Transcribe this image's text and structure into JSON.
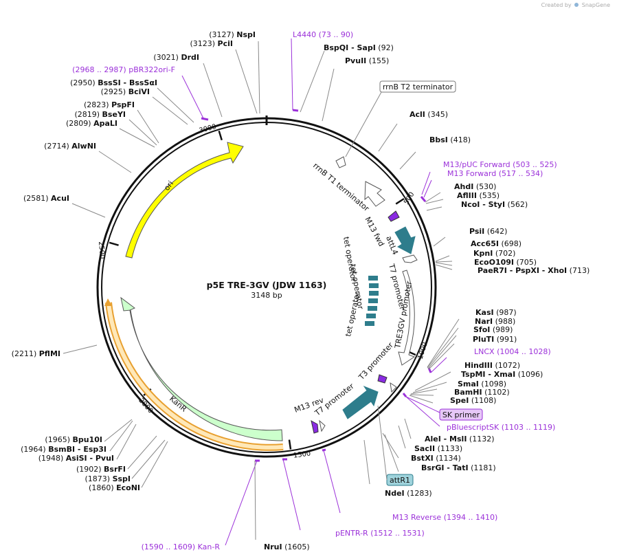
{
  "credit": "Created by",
  "brand": "SnapGene",
  "plasmid": {
    "name": "p5E TRE-3GV (JDW 1163)",
    "length": "3148 bp",
    "total": 3148
  },
  "ticks": [
    {
      "pos": 500,
      "label": "500"
    },
    {
      "pos": 1000,
      "label": "1000"
    },
    {
      "pos": 1500,
      "label": "1500"
    },
    {
      "pos": 2000,
      "label": "2000"
    },
    {
      "pos": 2500,
      "label": "2500"
    },
    {
      "pos": 3000,
      "label": "3000"
    }
  ],
  "sites": [
    {
      "name": "NspI",
      "pos": "(3127)",
      "side": "L",
      "color": "dark"
    },
    {
      "name": "PciI",
      "pos": "(3123)",
      "side": "L",
      "color": "dark"
    },
    {
      "name": "DrdI",
      "pos": "(3021)",
      "side": "L",
      "color": "dark"
    },
    {
      "name": "pBR322ori-F",
      "pos": "(2968 .. 2987)",
      "side": "L",
      "color": "purple"
    },
    {
      "name": "BssSI - BssSαI",
      "pos": "(2950)",
      "side": "L",
      "color": "dark"
    },
    {
      "name": "BciVI",
      "pos": "(2925)",
      "side": "L",
      "color": "dark"
    },
    {
      "name": "PspFI",
      "pos": "(2823)",
      "side": "L",
      "color": "dark"
    },
    {
      "name": "BseYI",
      "pos": "(2819)",
      "side": "L",
      "color": "dark"
    },
    {
      "name": "ApaLI",
      "pos": "(2809)",
      "side": "L",
      "color": "dark"
    },
    {
      "name": "AlwNI",
      "pos": "(2714)",
      "side": "L",
      "color": "dark"
    },
    {
      "name": "AcuI",
      "pos": "(2581)",
      "side": "L",
      "color": "dark"
    },
    {
      "name": "PflMI",
      "pos": "(2211)",
      "side": "L",
      "color": "dark"
    },
    {
      "name": "Bpu10I",
      "pos": "(1965)",
      "side": "L",
      "color": "dark"
    },
    {
      "name": "BsmBI - Esp3I",
      "pos": "(1964)",
      "side": "L",
      "color": "dark"
    },
    {
      "name": "AsiSI - PvuI",
      "pos": "(1948)",
      "side": "L",
      "color": "dark"
    },
    {
      "name": "BsrFI",
      "pos": "(1902)",
      "side": "L",
      "color": "dark"
    },
    {
      "name": "SspI",
      "pos": "(1873)",
      "side": "L",
      "color": "dark"
    },
    {
      "name": "EcoNI",
      "pos": "(1860)",
      "side": "L",
      "color": "dark"
    },
    {
      "name": "Kan-R",
      "pos": "(1590 .. 1609)",
      "side": "L",
      "color": "purple"
    },
    {
      "name": "NruI",
      "pos": "(1605)",
      "side": "R",
      "color": "dark"
    },
    {
      "name": "pENTR-R",
      "pos": "(1512 .. 1531)",
      "side": "R",
      "color": "purple"
    },
    {
      "name": "M13 Reverse",
      "pos": "(1394 .. 1410)",
      "side": "R",
      "color": "purple"
    },
    {
      "name": "NdeI",
      "pos": "(1283)",
      "side": "R",
      "color": "dark"
    },
    {
      "name": "BsrGI - TatI",
      "pos": "(1181)",
      "side": "R",
      "color": "dark"
    },
    {
      "name": "BstXI",
      "pos": "(1134)",
      "side": "R",
      "color": "dark"
    },
    {
      "name": "SacII",
      "pos": "(1133)",
      "side": "R",
      "color": "dark"
    },
    {
      "name": "AleI - MslI",
      "pos": "(1132)",
      "side": "R",
      "color": "dark"
    },
    {
      "name": "pBluescriptSK",
      "pos": "(1103 .. 1119)",
      "side": "R",
      "color": "purple"
    },
    {
      "name": "SpeI",
      "pos": "(1108)",
      "side": "R",
      "color": "dark"
    },
    {
      "name": "BamHI",
      "pos": "(1102)",
      "side": "R",
      "color": "dark"
    },
    {
      "name": "SmaI",
      "pos": "(1098)",
      "side": "R",
      "color": "dark"
    },
    {
      "name": "TspMI - XmaI",
      "pos": "(1096)",
      "side": "R",
      "color": "dark"
    },
    {
      "name": "HindIII",
      "pos": "(1072)",
      "side": "R",
      "color": "dark"
    },
    {
      "name": "LNCX",
      "pos": "(1004 .. 1028)",
      "side": "R",
      "color": "purple"
    },
    {
      "name": "PluTI",
      "pos": "(991)",
      "side": "R",
      "color": "dark"
    },
    {
      "name": "SfoI",
      "pos": "(989)",
      "side": "R",
      "color": "dark"
    },
    {
      "name": "NarI",
      "pos": "(988)",
      "side": "R",
      "color": "dark"
    },
    {
      "name": "KasI",
      "pos": "(987)",
      "side": "R",
      "color": "dark"
    },
    {
      "name": "PaeR7I - PspXI - XhoI",
      "pos": "(713)",
      "side": "R",
      "color": "dark"
    },
    {
      "name": "EcoO109I",
      "pos": "(705)",
      "side": "R",
      "color": "dark"
    },
    {
      "name": "KpnI",
      "pos": "(702)",
      "side": "R",
      "color": "dark"
    },
    {
      "name": "Acc65I",
      "pos": "(698)",
      "side": "R",
      "color": "dark"
    },
    {
      "name": "PsiI",
      "pos": "(642)",
      "side": "R",
      "color": "dark"
    },
    {
      "name": "NcoI - StyI",
      "pos": "(562)",
      "side": "R",
      "color": "dark"
    },
    {
      "name": "AflIII",
      "pos": "(535)",
      "side": "R",
      "color": "dark"
    },
    {
      "name": "AhdI",
      "pos": "(530)",
      "side": "R",
      "color": "dark"
    },
    {
      "name": "M13 Forward",
      "pos": "(517 .. 534)",
      "side": "R",
      "color": "purple"
    },
    {
      "name": "M13/pUC Forward",
      "pos": "(503 .. 525)",
      "side": "R",
      "color": "purple"
    },
    {
      "name": "BbsI",
      "pos": "(418)",
      "side": "R",
      "color": "dark"
    },
    {
      "name": "AclI",
      "pos": "(345)",
      "side": "R",
      "color": "dark"
    },
    {
      "name": "PvuII",
      "pos": "(155)",
      "side": "R",
      "color": "dark"
    },
    {
      "name": "BspQI - SapI",
      "pos": "(92)",
      "side": "R",
      "color": "dark"
    },
    {
      "name": "L4440",
      "pos": "(73 .. 90)",
      "side": "R",
      "color": "purple"
    }
  ],
  "features": [
    {
      "name": "ori",
      "color": "#ffff00"
    },
    {
      "name": "KanR",
      "color": "#ccffcc"
    },
    {
      "name": "rrnB T1 terminator",
      "color": "#ffffff"
    },
    {
      "name": "M13 fwd",
      "color": "#8a2be2"
    },
    {
      "name": "attL4",
      "color": "#2e7d8c"
    },
    {
      "name": "T7 promoter",
      "color": "#ffffff"
    },
    {
      "name": "TRE3GV promoter",
      "color": "#ffffff"
    },
    {
      "name": "tet operator",
      "color": "#2e7d8c"
    },
    {
      "name": "T3 promoter",
      "color": "#ffffff"
    },
    {
      "name": "attR1",
      "color": "#2e7d8c"
    },
    {
      "name": "T7 promoter",
      "color": "#ffffff"
    },
    {
      "name": "M13 rev",
      "color": "#8a2be2"
    }
  ],
  "boxed": {
    "rrnbT2": "rrnB T2 terminator",
    "skPrimer": "SK primer",
    "attR1": "attR1"
  },
  "colors": {
    "accent": "#9b30d9",
    "feature_teal": "#2e7d8c",
    "ori": "#ffff00",
    "kanr": "#ccffcc"
  }
}
